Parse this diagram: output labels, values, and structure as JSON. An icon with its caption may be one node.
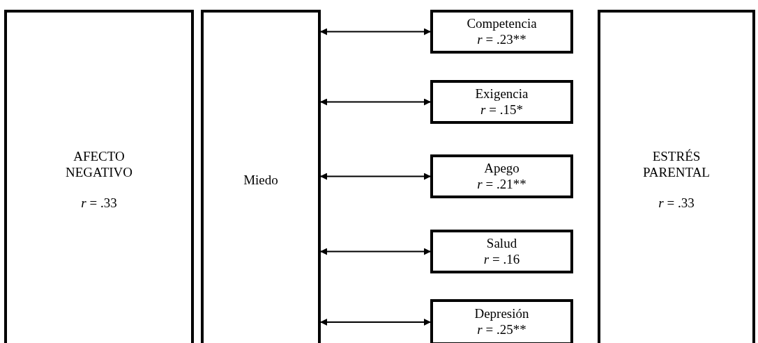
{
  "diagram": {
    "nodes": [
      {
        "text": [
          "AFECTO NEGATIVO",
          "r = .33"
        ]
      },
      {
        "text": [
          "Miedo"
        ]
      },
      {
        "text": [
          "Competencia",
          "r = .23**"
        ]
      },
      {
        "text": [
          "Exigencia",
          "r = .15*"
        ]
      },
      {
        "text": [
          "Apego",
          "r = .21**"
        ]
      },
      {
        "text": [
          "Salud",
          "r = .16"
        ]
      },
      {
        "text": [
          "Depresión",
          "r = .25**"
        ]
      },
      {
        "text": [
          "ESTRÉS PARENTAL",
          "r = .33"
        ]
      }
    ],
    "edges": [
      {
        "from": 1,
        "to": 2,
        "arrow": "both"
      },
      {
        "from": 1,
        "to": 3,
        "arrow": "both"
      },
      {
        "from": 1,
        "to": 4,
        "arrow": "both"
      },
      {
        "from": 1,
        "to": 5,
        "arrow": "both"
      },
      {
        "from": 1,
        "to": 6,
        "arrow": "both"
      }
    ]
  }
}
